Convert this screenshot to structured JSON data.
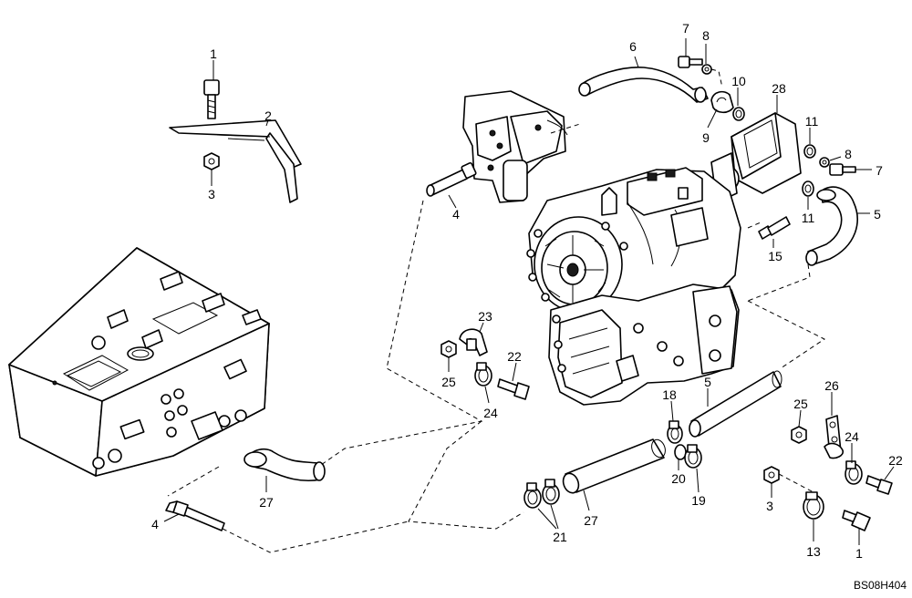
{
  "diagram": {
    "drawing_code": "BS08H404",
    "callouts": {
      "c1_top": "1",
      "c2": "2",
      "c3_left": "3",
      "c4_top": "4",
      "c6": "6",
      "c7_top": "7",
      "c8_top": "8",
      "c10": "10",
      "c9": "9",
      "c28": "28",
      "c11_top": "11",
      "c8_right": "8",
      "c7_right": "7",
      "c5_right": "5",
      "c11_low": "11",
      "c15": "15",
      "c23": "23",
      "c25_mid": "25",
      "c22_mid": "22",
      "c24_mid": "24",
      "c27_left": "27",
      "c4_bottom": "4",
      "c21": "21",
      "c27_mid": "27",
      "c18": "18",
      "c5_lower": "5",
      "c20": "20",
      "c19": "19",
      "c26": "26",
      "c25_right": "25",
      "c24_right": "24",
      "c22_right": "22",
      "c3_right": "3",
      "c13": "13",
      "c1_bottom": "1"
    }
  }
}
